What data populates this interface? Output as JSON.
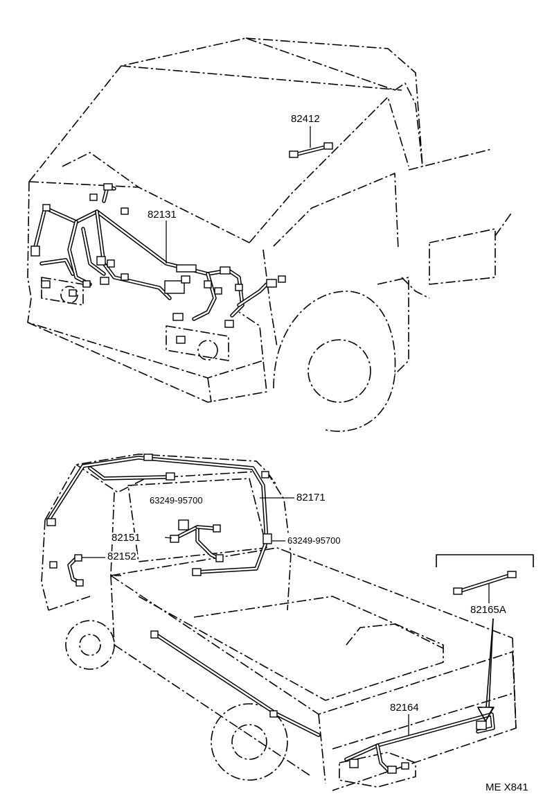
{
  "diagram_code": "ME X841",
  "parts": {
    "p82412": "82412",
    "p82131": "82131",
    "p82171": "82171",
    "p63249_a": "63249-95700",
    "p63249_b": "63249-95700",
    "p82151": "82151",
    "p82152": "82152",
    "p82165A": "82165A",
    "p82164": "82164"
  }
}
